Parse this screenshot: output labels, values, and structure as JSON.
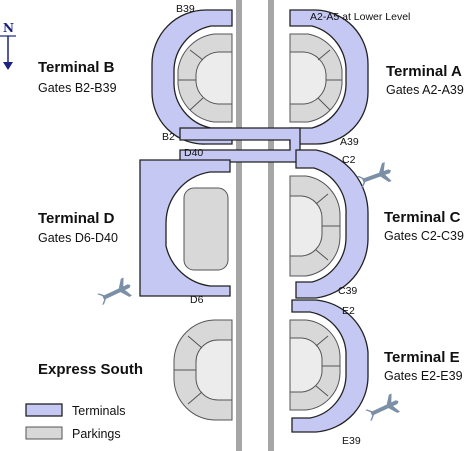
{
  "map": {
    "north_label": "N",
    "terminals": {
      "b": {
        "name": "Terminal B",
        "gates": "Gates B2-B39",
        "gate_top": "B39",
        "gate_bottom": "B2"
      },
      "a": {
        "name": "Terminal A",
        "gates": "Gates A2-A39",
        "gate_top": "A2-A5 at Lower Level",
        "gate_bottom": "A39"
      },
      "d": {
        "name": "Terminal D",
        "gates": "Gates D6-D40",
        "gate_top": "D40",
        "gate_bottom": "D6"
      },
      "c": {
        "name": "Terminal C",
        "gates": "Gates C2-C39",
        "gate_top": "C2",
        "gate_bottom": "C39"
      },
      "e": {
        "name": "Terminal E",
        "gates": "Gates E2-E39",
        "gate_top": "E2",
        "gate_bottom": "E39"
      },
      "express_south": {
        "name": "Express South"
      }
    },
    "legend": {
      "terminals_label": "Terminals",
      "parkings_label": "Parkings"
    },
    "colors": {
      "terminal_fill": "#c5c8f2",
      "parking_fill": "#d8d8d8",
      "road_gray": "#9e9e9e",
      "plane": "#7b8fa6",
      "north_arrow": "#1a237e"
    }
  }
}
